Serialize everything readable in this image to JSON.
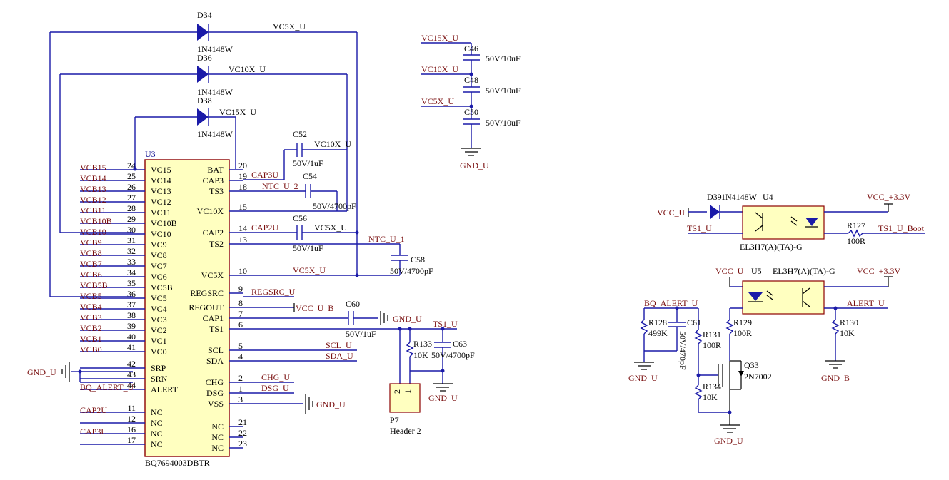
{
  "chip": {
    "ref": "U3",
    "part": "BQ7694003DBTR",
    "left_pins": [
      {
        "num": "24",
        "name": "VC15",
        "net": "VCB15"
      },
      {
        "num": "25",
        "name": "VC14",
        "net": "VCB14"
      },
      {
        "num": "26",
        "name": "VC13",
        "net": "VCB13"
      },
      {
        "num": "27",
        "name": "VC12",
        "net": "VCB12"
      },
      {
        "num": "28",
        "name": "VC11",
        "net": "VCB11"
      },
      {
        "num": "29",
        "name": "VC10B",
        "net": "VCB10B"
      },
      {
        "num": "30",
        "name": "VC10",
        "net": "VCB10"
      },
      {
        "num": "31",
        "name": "VC9",
        "net": "VCB9"
      },
      {
        "num": "32",
        "name": "VC8",
        "net": "VCB8"
      },
      {
        "num": "33",
        "name": "VC7",
        "net": "VCB7"
      },
      {
        "num": "34",
        "name": "VC6",
        "net": "VCB6"
      },
      {
        "num": "35",
        "name": "VC5B",
        "net": "VCB5B"
      },
      {
        "num": "36",
        "name": "VC5",
        "net": "VCB5"
      },
      {
        "num": "37",
        "name": "VC4",
        "net": "VCB4"
      },
      {
        "num": "38",
        "name": "VC3",
        "net": "VCB3"
      },
      {
        "num": "39",
        "name": "VC2",
        "net": "VCB2"
      },
      {
        "num": "40",
        "name": "VC1",
        "net": "VCB1"
      },
      {
        "num": "41",
        "name": "VC0",
        "net": "VCB0"
      },
      {
        "num": "42",
        "name": "SRP",
        "net": ""
      },
      {
        "num": "43",
        "name": "SRN",
        "net": ""
      },
      {
        "num": "44",
        "name": "ALERT",
        "net": "BQ_ALERT_U"
      },
      {
        "num": "11",
        "name": "NC",
        "net": "CAP2U"
      },
      {
        "num": "12",
        "name": "NC",
        "net": ""
      },
      {
        "num": "16",
        "name": "NC",
        "net": "CAP3U"
      },
      {
        "num": "17",
        "name": "NC",
        "net": ""
      }
    ],
    "right_pins": [
      {
        "num": "20",
        "name": "BAT",
        "net": ""
      },
      {
        "num": "19",
        "name": "CAP3",
        "net": "CAP3U"
      },
      {
        "num": "18",
        "name": "TS3",
        "net": "NTC_U_2"
      },
      {
        "num": "15",
        "name": "VC10X",
        "net": ""
      },
      {
        "num": "14",
        "name": "CAP2",
        "net": "CAP2U"
      },
      {
        "num": "13",
        "name": "TS2",
        "net": "NTC_U_1"
      },
      {
        "num": "10",
        "name": "VC5X",
        "net": "VC5X_U"
      },
      {
        "num": "9",
        "name": "REGSRC",
        "net": "REGSRC_U"
      },
      {
        "num": "8",
        "name": "REGOUT",
        "net": "VCC_U_B"
      },
      {
        "num": "7",
        "name": "CAP1",
        "net": ""
      },
      {
        "num": "6",
        "name": "TS1",
        "net": "TS1_U"
      },
      {
        "num": "5",
        "name": "SCL",
        "net": "SCL_U"
      },
      {
        "num": "4",
        "name": "SDA",
        "net": "SDA_U"
      },
      {
        "num": "2",
        "name": "CHG",
        "net": "CHG_U"
      },
      {
        "num": "1",
        "name": "DSG",
        "net": "DSG_U"
      },
      {
        "num": "3",
        "name": "VSS",
        "net": "GND_U"
      },
      {
        "num": "21",
        "name": "NC",
        "net": ""
      },
      {
        "num": "22",
        "name": "NC",
        "net": ""
      },
      {
        "num": "23",
        "name": "NC",
        "net": ""
      }
    ]
  },
  "diodes": {
    "d34": {
      "ref": "D34",
      "part": "1N4148W",
      "net": "VC5X_U"
    },
    "d36": {
      "ref": "D36",
      "part": "1N4148W",
      "net": "VC10X_U"
    },
    "d38": {
      "ref": "D38",
      "part": "1N4148W",
      "net": "VC15X_U"
    },
    "d39": {
      "ref": "D39",
      "part": "1N4148W"
    }
  },
  "caps": {
    "c52": {
      "ref": "C52",
      "value": "50V/1uF",
      "net": "VC10X_U"
    },
    "c54": {
      "ref": "C54",
      "value": "50V/4700pF"
    },
    "c56": {
      "ref": "C56",
      "value": "50V/1uF",
      "net": "VC5X_U"
    },
    "c58": {
      "ref": "C58",
      "value": "50V/4700pF"
    },
    "c60": {
      "ref": "C60",
      "value": "50V/1uF",
      "net": "GND_U"
    },
    "c63": {
      "ref": "C63",
      "value": "50V/4700pF"
    },
    "c61": {
      "ref": "C61",
      "value": "50V/470pF"
    },
    "c46": {
      "ref": "C46",
      "value": "50V/10uF"
    },
    "c48": {
      "ref": "C48",
      "value": "50V/10uF"
    },
    "c50": {
      "ref": "C50",
      "value": "50V/10uF"
    }
  },
  "filter_nets": {
    "a": "VC15X_U",
    "b": "VC10X_U",
    "c": "VC5X_U",
    "gnd": "GND_U"
  },
  "header": {
    "ref": "P7",
    "part": "Header 2",
    "pin1": "1",
    "pin2": "2"
  },
  "res": {
    "r133": {
      "ref": "R133",
      "value": "10K"
    },
    "r127": {
      "ref": "R127",
      "value": "100R"
    },
    "r128": {
      "ref": "R128",
      "value": "499K"
    },
    "r131": {
      "ref": "R131",
      "value": "100R"
    },
    "r129": {
      "ref": "R129",
      "value": "100R"
    },
    "r134": {
      "ref": "R134",
      "value": "10K"
    },
    "r130": {
      "ref": "R130",
      "value": "10K"
    }
  },
  "opto": {
    "u4": {
      "ref": "U4",
      "part": "EL3H7(A)(TA)-G"
    },
    "u5": {
      "ref": "U5",
      "part": "EL3H7(A)(TA)-G"
    }
  },
  "fet": {
    "ref": "Q33",
    "part": "2N7002"
  },
  "nets": {
    "gnd_srp": "GND_U",
    "vcc_u": "VCC_U",
    "ts1_u": "TS1_U",
    "vcc33": "VCC_+3.3V",
    "ts1_boot": "TS1_U_Boot",
    "bq_alert": "BQ_ALERT_U",
    "alert_u": "ALERT_U",
    "gnd_u": "GND_U",
    "gnd_b": "GND_B",
    "vcc_u2": "VCC_U",
    "vcc33b": "VCC_+3.3V",
    "gnd_vss": "GND_U",
    "gnd_c63": "GND_U"
  },
  "colors": {
    "wire": "#1a1aa8",
    "chip_fill": "#ffffc0",
    "chip_stroke": "#8b0000",
    "net": "#7a1010",
    "power": "#8b0000"
  }
}
